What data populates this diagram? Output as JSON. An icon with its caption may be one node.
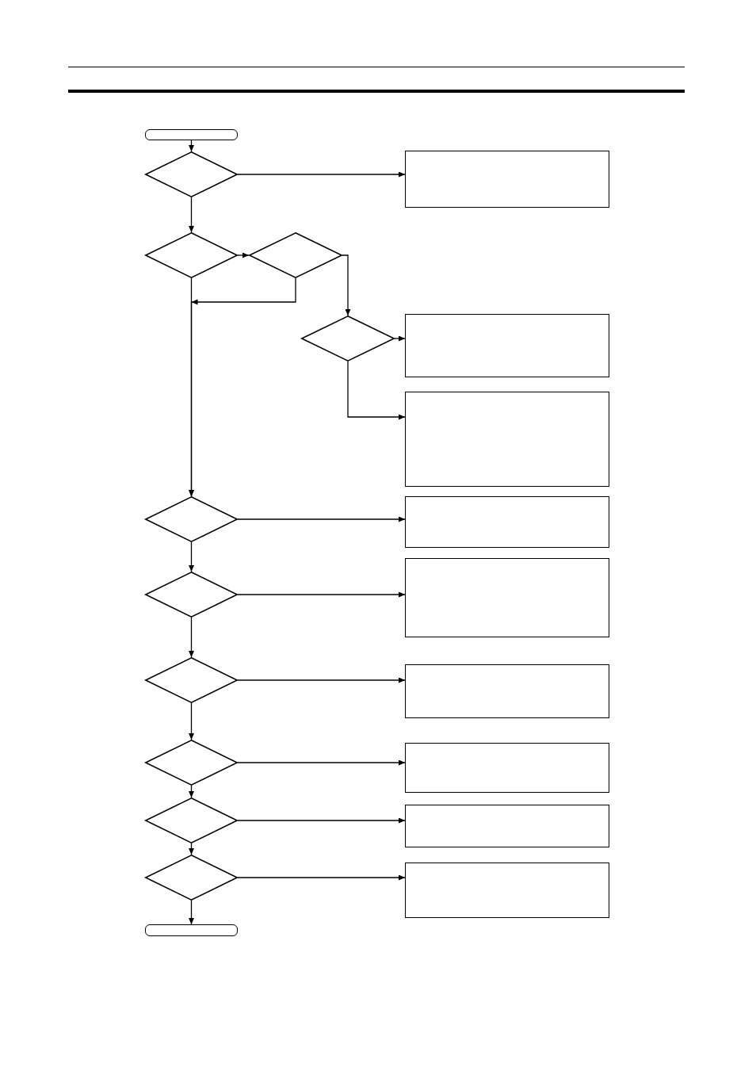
{
  "diagram": {
    "nodes": [
      {
        "text": [],
        "shape": "terminator"
      },
      {
        "text": [],
        "shape": "diamond"
      },
      {
        "text": [],
        "shape": "box"
      },
      {
        "text": [],
        "shape": "diamond"
      },
      {
        "text": [],
        "shape": "diamond"
      },
      {
        "text": [],
        "shape": "diamond"
      },
      {
        "text": [],
        "shape": "box"
      },
      {
        "text": [],
        "shape": "box"
      },
      {
        "text": [],
        "shape": "diamond"
      },
      {
        "text": [],
        "shape": "box"
      },
      {
        "text": [],
        "shape": "diamond"
      },
      {
        "text": [],
        "shape": "box"
      },
      {
        "text": [],
        "shape": "diamond"
      },
      {
        "text": [],
        "shape": "box"
      },
      {
        "text": [],
        "shape": "diamond"
      },
      {
        "text": [],
        "shape": "box"
      },
      {
        "text": [],
        "shape": "diamond"
      },
      {
        "text": [],
        "shape": "box"
      },
      {
        "text": [],
        "shape": "diamond"
      },
      {
        "text": [],
        "shape": "box"
      },
      {
        "text": [],
        "shape": "terminator"
      }
    ],
    "edges": [
      {
        "from": 0,
        "to": 1,
        "arrow": "to"
      },
      {
        "from": 1,
        "to": 2,
        "arrow": "to"
      },
      {
        "from": 1,
        "to": 3,
        "arrow": "to"
      },
      {
        "from": 3,
        "to": 4,
        "arrow": "to"
      },
      {
        "from": 4,
        "to": 5,
        "arrow": "to"
      },
      {
        "from": 3,
        "to": 8,
        "arrow": "to"
      },
      {
        "from": 4,
        "to": 8,
        "arrow": "to"
      },
      {
        "from": 5,
        "to": 6,
        "arrow": "to"
      },
      {
        "from": 5,
        "to": 7,
        "arrow": "to"
      },
      {
        "from": 8,
        "to": 9,
        "arrow": "to"
      },
      {
        "from": 8,
        "to": 10,
        "arrow": "to"
      },
      {
        "from": 10,
        "to": 11,
        "arrow": "to"
      },
      {
        "from": 10,
        "to": 12,
        "arrow": "to"
      },
      {
        "from": 12,
        "to": 13,
        "arrow": "to"
      },
      {
        "from": 12,
        "to": 14,
        "arrow": "to"
      },
      {
        "from": 14,
        "to": 15,
        "arrow": "to"
      },
      {
        "from": 14,
        "to": 16,
        "arrow": "to"
      },
      {
        "from": 16,
        "to": 17,
        "arrow": "to"
      },
      {
        "from": 16,
        "to": 18,
        "arrow": "to"
      },
      {
        "from": 18,
        "to": 19,
        "arrow": "to"
      },
      {
        "from": 18,
        "to": 20,
        "arrow": "to"
      }
    ]
  }
}
